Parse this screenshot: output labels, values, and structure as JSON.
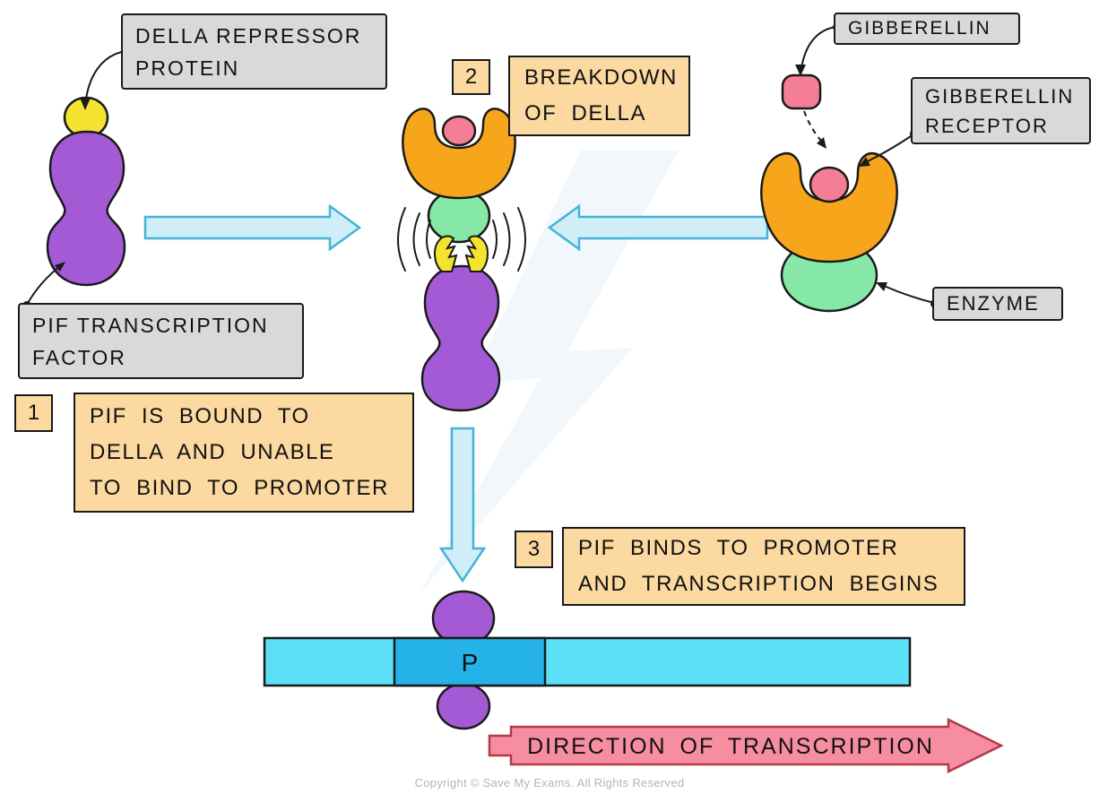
{
  "diagram": {
    "labels": {
      "della_repressor": {
        "lines": [
          "DELLA REPRESSOR",
          "PROTEIN"
        ]
      },
      "pif_transcription": {
        "lines": [
          "PIF TRANSCRIPTION",
          "FACTOR"
        ]
      },
      "gibberellin": {
        "lines": [
          "GIBBERELLIN"
        ]
      },
      "gibberellin_receptor": {
        "lines": [
          "GIBBERELLIN",
          "RECEPTOR"
        ]
      },
      "enzyme": {
        "lines": [
          "ENZYME"
        ]
      }
    },
    "steps": {
      "step1": {
        "number": "1",
        "lines": [
          "PIF IS BOUND TO",
          "DELLA AND UNABLE",
          "TO BIND TO PROMOTER"
        ]
      },
      "step2": {
        "number": "2",
        "lines": [
          "BREAKDOWN",
          "OF DELLA"
        ]
      },
      "step3": {
        "number": "3",
        "lines": [
          "PIF BINDS TO PROMOTER",
          "AND TRANSCRIPTION BEGINS"
        ]
      }
    },
    "dna": {
      "promoter_label": "P"
    },
    "direction_label": "DIRECTION OF TRANSCRIPTION",
    "copyright": "Copyright © Save My Exams. All Rights Reserved",
    "colors": {
      "pif_purple": "#a55ad5",
      "della_yellow": "#f4e32f",
      "receptor_orange": "#f7a61b",
      "enzyme_green": "#86e8a7",
      "gibberellin_pink": "#f47e95",
      "arrow_fill": "#cfeef8",
      "arrow_stroke": "#45b3d6",
      "dna_cyan": "#5be0f8",
      "promoter_blue": "#25b2e8",
      "direction_pink": "#f78da0",
      "direction_stroke": "#b23a48",
      "outline": "#1a1a1a"
    }
  }
}
